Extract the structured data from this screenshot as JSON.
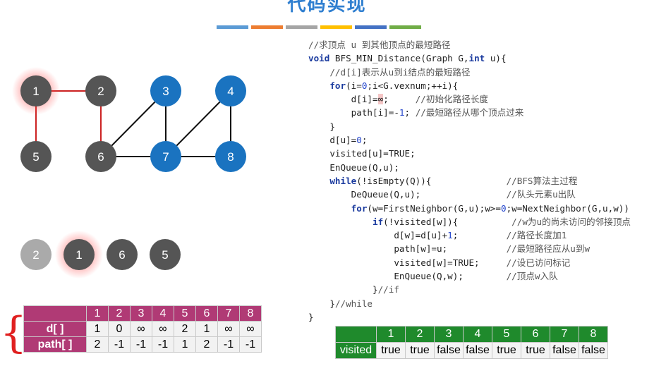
{
  "title": "代码实现",
  "watermark": "",
  "accent_colors": [
    "#5b9bd5",
    "#ed7d31",
    "#a5a5a5",
    "#ffc000",
    "#4472c4",
    "#70ad47"
  ],
  "graph": {
    "nodes": [
      {
        "id": "1",
        "label": "1",
        "color": "#555555",
        "glow": true
      },
      {
        "id": "2",
        "label": "2",
        "color": "#555555"
      },
      {
        "id": "3",
        "label": "3",
        "color": "#1a73c0"
      },
      {
        "id": "4",
        "label": "4",
        "color": "#1a73c0"
      },
      {
        "id": "5",
        "label": "5",
        "color": "#555555"
      },
      {
        "id": "6",
        "label": "6",
        "color": "#555555"
      },
      {
        "id": "7",
        "label": "7",
        "color": "#1a73c0"
      },
      {
        "id": "8",
        "label": "8",
        "color": "#1a73c0"
      }
    ],
    "edges": [
      {
        "from": "1",
        "to": "2",
        "color": "#cc2222"
      },
      {
        "from": "1",
        "to": "5",
        "color": "#cc2222"
      },
      {
        "from": "2",
        "to": "6",
        "color": "#cc2222"
      },
      {
        "from": "3",
        "to": "6",
        "color": "#111111"
      },
      {
        "from": "3",
        "to": "7",
        "color": "#111111"
      },
      {
        "from": "4",
        "to": "7",
        "color": "#111111"
      },
      {
        "from": "4",
        "to": "8",
        "color": "#111111"
      },
      {
        "from": "6",
        "to": "7",
        "color": "#111111"
      },
      {
        "from": "7",
        "to": "8",
        "color": "#111111"
      }
    ]
  },
  "queue": {
    "items": [
      {
        "label": "2",
        "color": "#aaaaaa",
        "glow": false
      },
      {
        "label": "1",
        "color": "#555555",
        "glow": true
      },
      {
        "label": "6",
        "color": "#555555",
        "glow": false
      },
      {
        "label": "5",
        "color": "#555555",
        "glow": false
      }
    ]
  },
  "code_lines": [
    {
      "indent": 0,
      "parts": [
        {
          "t": "//求顶点 u 到其他顶点的最短路径",
          "c": "cm"
        }
      ]
    },
    {
      "indent": 0,
      "parts": [
        {
          "t": "void",
          "c": "kw"
        },
        {
          "t": " BFS_MIN_Distance(Graph G,"
        },
        {
          "t": "int",
          "c": "kw"
        },
        {
          "t": " u){"
        }
      ]
    },
    {
      "indent": 1,
      "parts": [
        {
          "t": "//d[i]表示从u到i结点的最短路径",
          "c": "cm"
        }
      ]
    },
    {
      "indent": 1,
      "parts": [
        {
          "t": "for",
          "c": "kw"
        },
        {
          "t": "(i="
        },
        {
          "t": "0",
          "c": "num"
        },
        {
          "t": ";i<G.vexnum;++i){"
        }
      ]
    },
    {
      "indent": 2,
      "parts": [
        {
          "t": "d[i]="
        },
        {
          "t": "∞",
          "c": "hl"
        },
        {
          "t": ";     "
        },
        {
          "t": "//初始化路径长度",
          "c": "cm"
        }
      ]
    },
    {
      "indent": 2,
      "parts": [
        {
          "t": "path[i]=-"
        },
        {
          "t": "1",
          "c": "num"
        },
        {
          "t": "; "
        },
        {
          "t": "//最短路径从哪个顶点过来",
          "c": "cm"
        }
      ]
    },
    {
      "indent": 1,
      "parts": [
        {
          "t": "}"
        }
      ]
    },
    {
      "indent": 1,
      "parts": [
        {
          "t": "d[u]="
        },
        {
          "t": "0",
          "c": "num"
        },
        {
          "t": ";"
        }
      ]
    },
    {
      "indent": 1,
      "parts": [
        {
          "t": "visited[u]=TRUE;"
        }
      ]
    },
    {
      "indent": 1,
      "parts": [
        {
          "t": "EnQueue(Q,u);"
        }
      ]
    },
    {
      "indent": 1,
      "parts": [
        {
          "t": "while",
          "c": "kw"
        },
        {
          "t": "(!isEmpty(Q)){              "
        },
        {
          "t": "//BFS算法主过程",
          "c": "cm"
        }
      ]
    },
    {
      "indent": 2,
      "parts": [
        {
          "t": "DeQueue(Q,u);                "
        },
        {
          "t": "//队头元素u出队",
          "c": "cm"
        }
      ]
    },
    {
      "indent": 2,
      "parts": [
        {
          "t": "for",
          "c": "kw"
        },
        {
          "t": "(w=FirstNeighbor(G,u);w>="
        },
        {
          "t": "0",
          "c": "num"
        },
        {
          "t": ";w=NextNeighbor(G,u,w))"
        }
      ]
    },
    {
      "indent": 3,
      "parts": [
        {
          "t": "if",
          "c": "kw"
        },
        {
          "t": "(!visited[w]){          "
        },
        {
          "t": "//w为u的尚未访问的邻接顶点",
          "c": "cm"
        }
      ]
    },
    {
      "indent": 4,
      "parts": [
        {
          "t": "d[w]=d[u]+"
        },
        {
          "t": "1",
          "c": "num"
        },
        {
          "t": ";         "
        },
        {
          "t": "//路径长度加1",
          "c": "cm"
        }
      ]
    },
    {
      "indent": 4,
      "parts": [
        {
          "t": "path[w]=u;           "
        },
        {
          "t": "//最短路径应从u到w",
          "c": "cm"
        }
      ]
    },
    {
      "indent": 4,
      "parts": [
        {
          "t": "visited[w]=TRUE;     "
        },
        {
          "t": "//设已访问标记",
          "c": "cm"
        }
      ]
    },
    {
      "indent": 4,
      "parts": [
        {
          "t": "EnQueue(Q,w);        "
        },
        {
          "t": "//顶点w入队",
          "c": "cm"
        }
      ]
    },
    {
      "indent": 3,
      "parts": [
        {
          "t": "}"
        },
        {
          "t": "//if",
          "c": "cm"
        }
      ]
    },
    {
      "indent": 1,
      "parts": [
        {
          "t": "}"
        },
        {
          "t": "//while",
          "c": "cm"
        }
      ]
    },
    {
      "indent": 0,
      "parts": [
        {
          "t": "}"
        }
      ]
    }
  ],
  "dist_table": {
    "headers": [
      "1",
      "2",
      "3",
      "4",
      "5",
      "6",
      "7",
      "8"
    ],
    "rows": [
      {
        "label": "d[ ]",
        "values": [
          "1",
          "0",
          "∞",
          "∞",
          "2",
          "1",
          "∞",
          "∞"
        ]
      },
      {
        "label": "path[ ]",
        "values": [
          "2",
          "-1",
          "-1",
          "-1",
          "1",
          "2",
          "-1",
          "-1"
        ]
      }
    ]
  },
  "visited_table": {
    "label": "visited",
    "headers": [
      "1",
      "2",
      "3",
      "4",
      "5",
      "6",
      "7",
      "8"
    ],
    "values": [
      "true",
      "true",
      "false",
      "false",
      "true",
      "true",
      "false",
      "false"
    ]
  }
}
